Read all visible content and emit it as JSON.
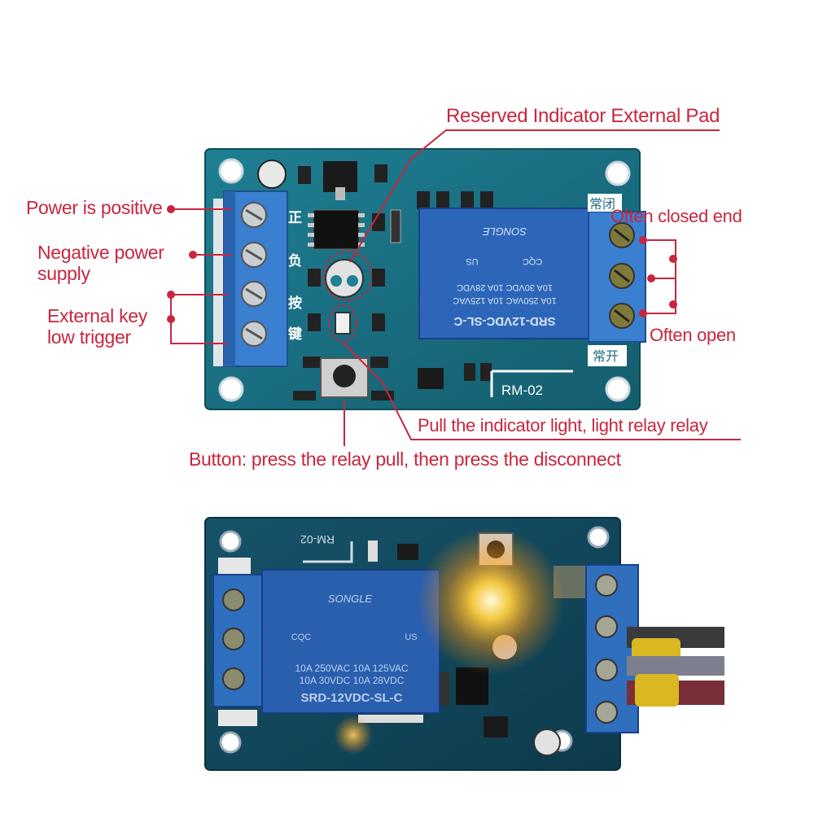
{
  "callouts": {
    "reserved_pad": "Reserved Indicator External Pad",
    "power_positive": "Power is positive",
    "negative_power_line1": "Negative power",
    "negative_power_line2": "supply",
    "external_key_line1": "External key",
    "external_key_line2": "low trigger",
    "often_closed": "Often closed end",
    "often_open": "Often open",
    "pull_indicator": "Pull the indicator light, light relay relay",
    "button_desc": "Button: press the relay pull, then press the disconnect"
  },
  "board_markings": {
    "model": "RM-02",
    "terminal_labels": [
      "正",
      "负",
      "按",
      "键"
    ],
    "nc_label": "常闭",
    "no_label": "常开"
  },
  "relay": {
    "model": "SRD-12VDC-SL-C",
    "brand": "SONGLE",
    "rating_row1": "10A 250VAC  10A 125VAC",
    "rating_row2": "10A  30VDC  10A  28VDC",
    "cert_cqc": "CQC",
    "cert_us": "US"
  },
  "colors": {
    "callout": "#c8263e",
    "pcb": "#1c6e82",
    "relay": "#2d66b8",
    "terminal": "#3a7fd0",
    "led_glow": "#ffb020"
  }
}
